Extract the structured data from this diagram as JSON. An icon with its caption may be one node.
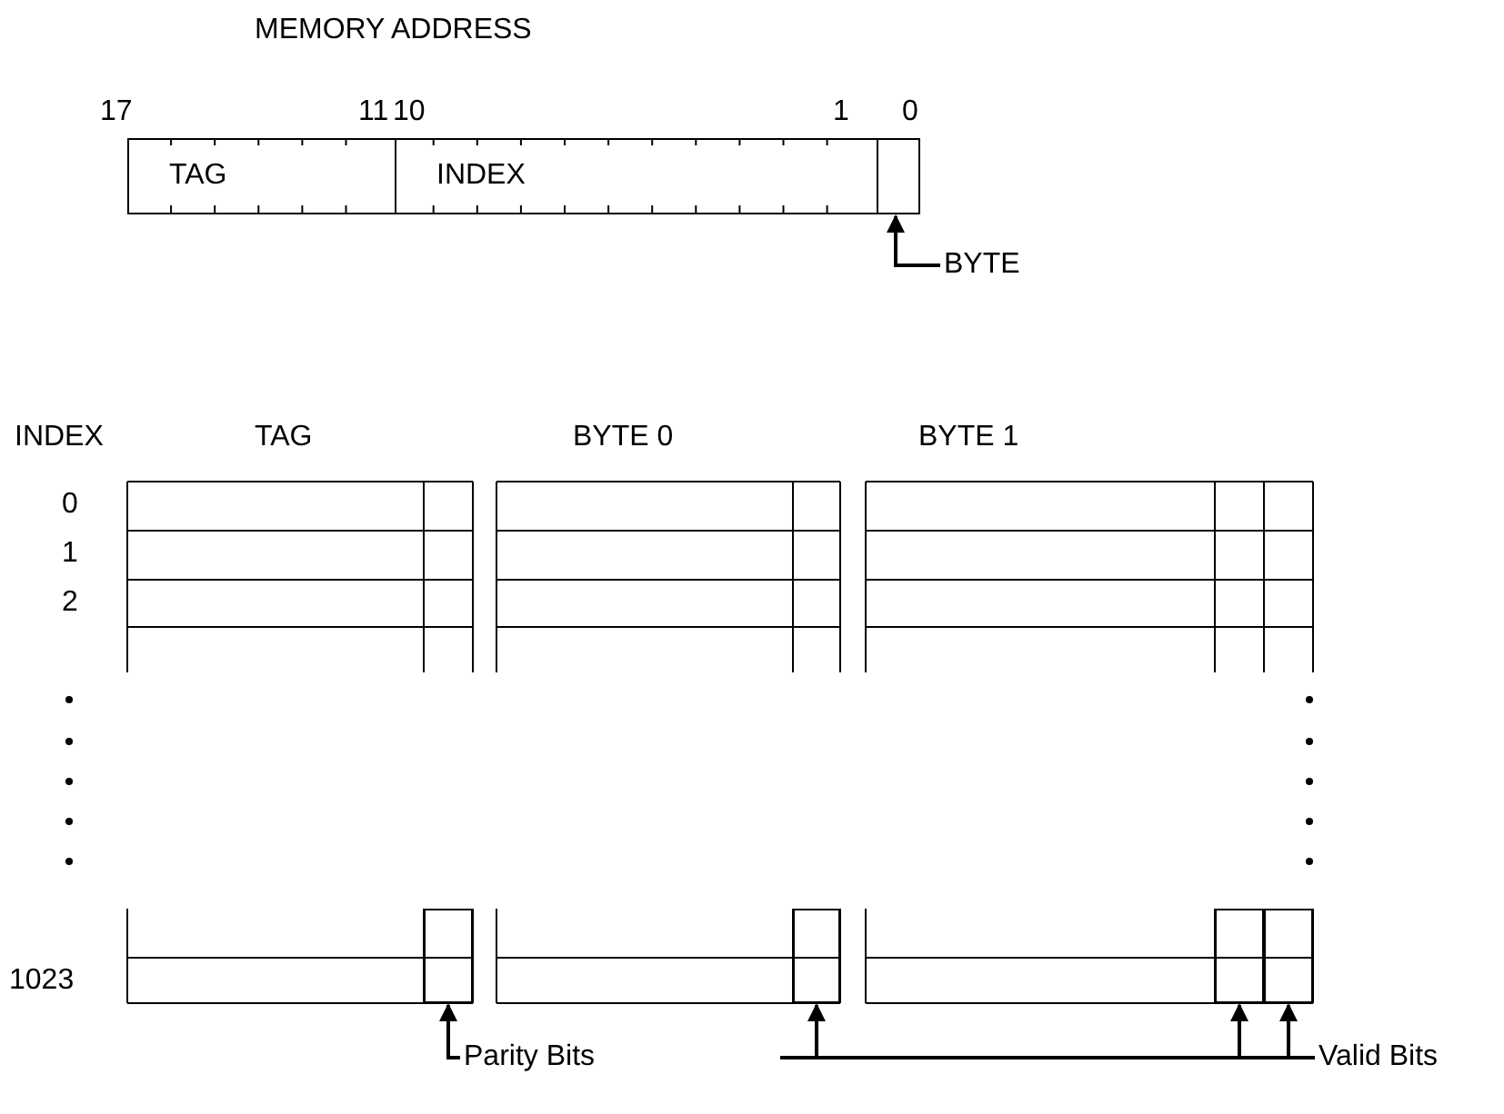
{
  "diagram": {
    "title": "MEMORY ADDRESS",
    "nodes": [
      {
        "text": [
          "TAG"
        ]
      },
      {
        "text": [
          "INDEX"
        ]
      },
      {
        "text": [],
        "shape": "box"
      },
      {
        "text": [
          "BYTE"
        ]
      },
      {
        "text": [],
        "shape": "box"
      },
      {
        "text": [],
        "shape": "box"
      },
      {
        "text": [],
        "shape": "box"
      },
      {
        "text": [],
        "shape": "box"
      },
      {
        "text": [
          "Parity Bits"
        ]
      },
      {
        "text": [
          "Valid Bits"
        ]
      }
    ],
    "edges": [
      {
        "from": 3,
        "to": 2,
        "arrow": "to"
      },
      {
        "from": 8,
        "to": 4,
        "arrow": "to"
      },
      {
        "from": 9,
        "to": 5,
        "arrow": "to"
      },
      {
        "from": 9,
        "to": 6,
        "arrow": "to"
      },
      {
        "from": 9,
        "to": 7,
        "arrow": "to"
      }
    ],
    "labels": [
      "17",
      "11",
      "10",
      "1",
      "0",
      "INDEX",
      "TAG",
      "BYTE 0",
      "BYTE 1",
      "0",
      "1",
      "2",
      "1023"
    ]
  }
}
